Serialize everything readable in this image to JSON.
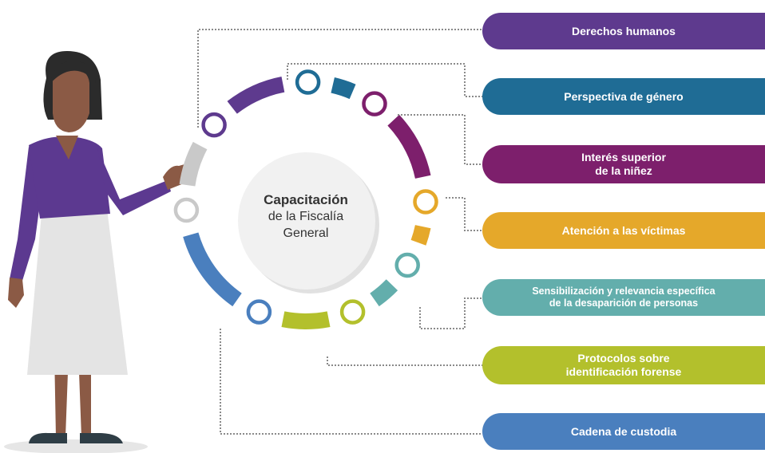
{
  "center": {
    "title": "Capacitación",
    "line2": "de la Fiscalía",
    "line3": "General"
  },
  "topics": [
    {
      "lines": [
        "Derechos humanos"
      ],
      "color": "#5e3a8e"
    },
    {
      "lines": [
        "Perspectiva de género"
      ],
      "color": "#1f6c95"
    },
    {
      "lines": [
        "Interés superior",
        "de la niñez"
      ],
      "color": "#7d1f6c"
    },
    {
      "lines": [
        "Atención a las víctimas"
      ],
      "color": "#e5a82a"
    },
    {
      "lines": [
        "Sensibilización y relevancia específica",
        "de la desaparición de personas"
      ],
      "color": "#63aeac"
    },
    {
      "lines": [
        "Protocolos sobre",
        "identificación forense"
      ],
      "color": "#b3c02c"
    },
    {
      "lines": [
        "Cadena de custodia"
      ],
      "color": "#4a7fbe"
    }
  ],
  "colors": {
    "gray_segment": "#c9c9c9",
    "connector": "#8a8a8a",
    "skin": "#8b5a45",
    "hair": "#2b2b2b",
    "shirt": "#5c3990",
    "skirt": "#e4e4e4",
    "shoe": "#2f3e46"
  }
}
